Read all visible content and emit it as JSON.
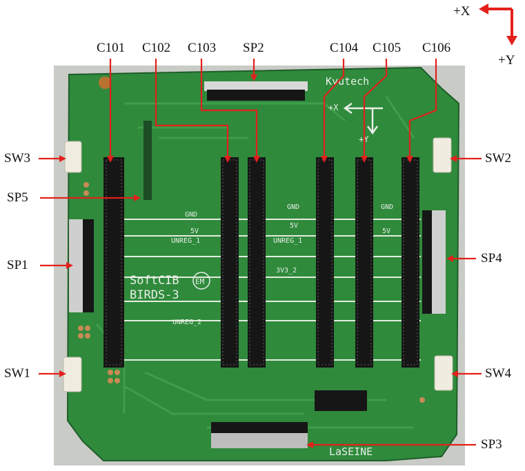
{
  "axes": {
    "x_label": "+X",
    "y_label": "+Y"
  },
  "callouts": {
    "c101": "C101",
    "c102": "C102",
    "c103": "C103",
    "sp2": "SP2",
    "c104": "C104",
    "c105": "C105",
    "c106": "C106",
    "sw3": "SW3",
    "sw2": "SW2",
    "sp5": "SP5",
    "sp1": "SP1",
    "sp4": "SP4",
    "sw1": "SW1",
    "sw4": "SW4",
    "sp3": "SP3"
  },
  "board_silkscreen": {
    "maker": "Kyutech",
    "board_name": "SoftCIB",
    "mission": "BIRDS-3",
    "em_mark": "EM",
    "footer": "LaSEINE",
    "rail_gnd": "GND",
    "rail_5v": "5V",
    "rail_unreg1": "UNREG_1",
    "rail_3v3": "3V3_2",
    "rail_unreg2": "UNREG_2",
    "board_plus_x": "+X",
    "board_plus_y": "+Y"
  },
  "colors": {
    "pcb": "#2f8a3c",
    "pcb_dark": "#267432",
    "trace": "#3f9e4a",
    "silk": "#e8efe6",
    "callout_red": "#e3201b",
    "header_black": "#161616"
  }
}
